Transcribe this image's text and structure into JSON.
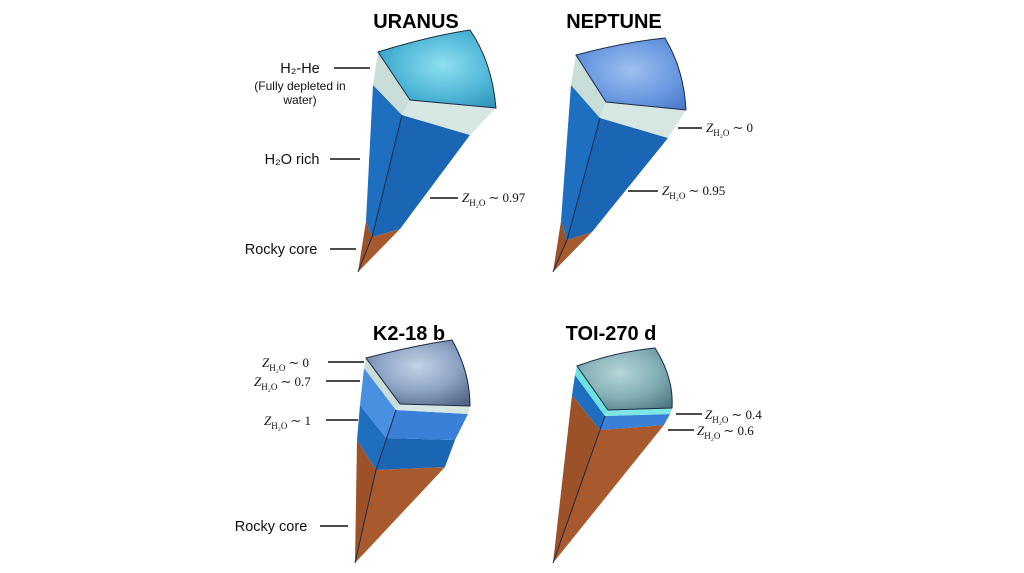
{
  "panels": {
    "uranus": {
      "title": "URANUS",
      "labels": {
        "h2he": "H₂-He",
        "h2he_note_1": "(Fully depleted in",
        "h2he_note_2": "water)",
        "h2o_rich": "H₂O rich",
        "rocky_core": "Rocky core"
      },
      "z": {
        "symbol": "Z",
        "sub": "H₂O",
        "value": "∼ 0.97"
      }
    },
    "neptune": {
      "title": "NEPTUNE",
      "z_outer": {
        "symbol": "Z",
        "sub": "H₂O",
        "value": "∼ 0"
      },
      "z_inner": {
        "symbol": "Z",
        "sub": "H₂O",
        "value": "∼ 0.95"
      }
    },
    "k2_18b": {
      "title": "K2-18 b",
      "z_1": {
        "symbol": "Z",
        "sub": "H₂O",
        "value": "∼ 0"
      },
      "z_2": {
        "symbol": "Z",
        "sub": "H₂O",
        "value": "∼ 0.7"
      },
      "z_3": {
        "symbol": "Z",
        "sub": "H₂O",
        "value": "∼ 1"
      },
      "rocky_core": "Rocky core"
    },
    "toi270d": {
      "title": "TOI-270 d",
      "z_1": {
        "symbol": "Z",
        "sub": "H₂O",
        "value": "∼ 0.4"
      },
      "z_2": {
        "symbol": "Z",
        "sub": "H₂O",
        "value": "∼ 0.6"
      }
    }
  },
  "colors": {
    "background": "#ffffff",
    "h2he_shell": "#c9ddd9",
    "water_layer": "#1f6fc0",
    "water_layer_light": "#4a90e0",
    "rocky_core": "#9c5128",
    "uranus_surface": "#55b8d8",
    "neptune_surface": "#6f9fe0",
    "k2_surface": "#8fa6c4",
    "toi_surface": "#7fb0b8",
    "toi_thin_band": "#6fe0e0"
  }
}
